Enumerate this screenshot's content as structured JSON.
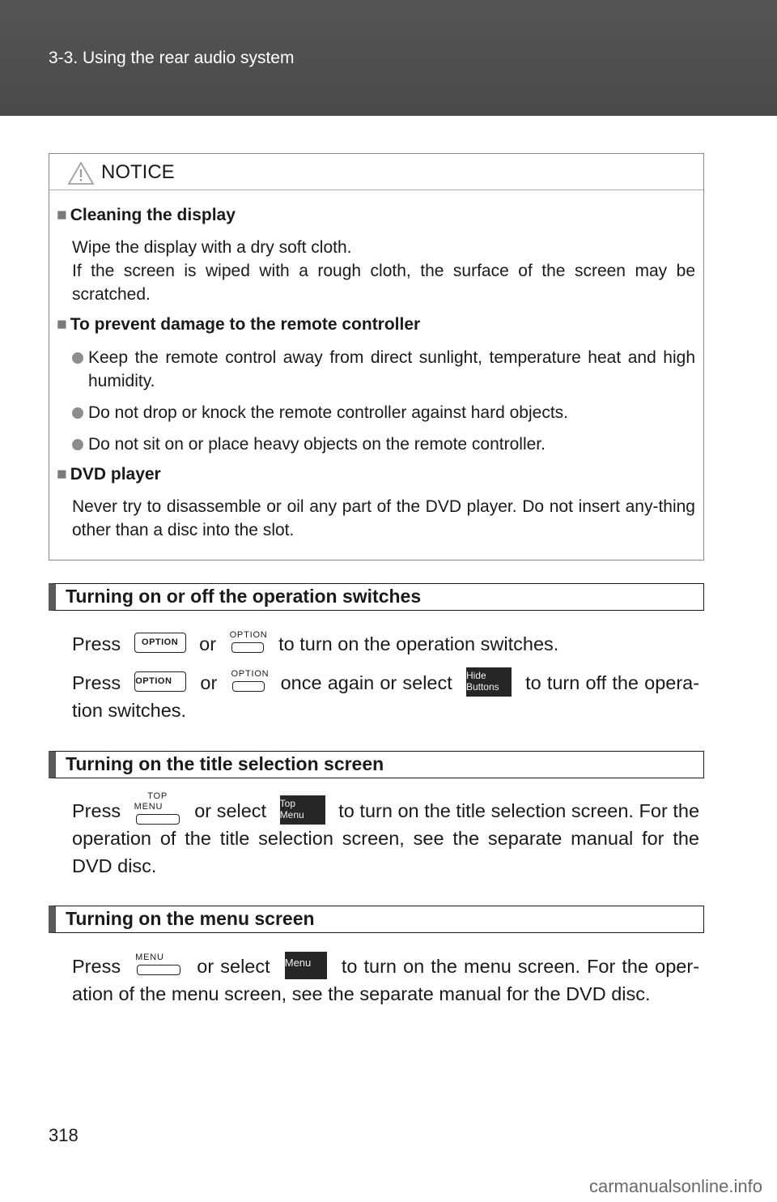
{
  "header": {
    "section_path": "3-3. Using the rear audio system"
  },
  "notice": {
    "title": "NOTICE",
    "cleaning": {
      "heading": "Cleaning the display",
      "text": "Wipe the display with a dry soft cloth.",
      "text2": "If the screen is wiped with a rough cloth, the surface of the screen may be scratched."
    },
    "remote": {
      "heading": "To prevent damage to the remote controller",
      "bullets": [
        "Keep the remote control away from direct sunlight, temperature heat and high humidity.",
        "Do not drop or knock the remote controller against hard objects.",
        "Do not sit on or place heavy objects on the remote controller."
      ]
    },
    "dvd": {
      "heading": "DVD player",
      "text": "Never try to disassemble or oil any part of the DVD player. Do not insert any-thing other than a disc into the slot."
    }
  },
  "sections": {
    "operation": {
      "title": "Turning on or off the operation switches",
      "p1_a": "Press",
      "p1_or": "or",
      "p1_b": "to turn on the operation switches.",
      "p2_a": "Press",
      "p2_or": "or",
      "p2_b": "once again or select",
      "p2_c": "to turn off the opera-tion switches."
    },
    "title_sel": {
      "title": "Turning on the title selection screen",
      "p_a": "Press",
      "p_b": "or select",
      "p_c": "to turn on the title selection screen. For the operation of the title selection screen, see the separate manual for the DVD disc."
    },
    "menu": {
      "title": "Turning on the menu screen",
      "p_a": "Press",
      "p_b": "or select",
      "p_c": "to turn on the menu screen. For the oper-ation of the menu screen, see the separate manual for the DVD disc."
    }
  },
  "buttons": {
    "option": "OPTION",
    "option_small": "OPTION",
    "hide_line1": "Hide",
    "hide_line2": "Buttons",
    "top_menu_label": "TOP MENU",
    "top_line1": "Top",
    "top_line2": "Menu",
    "menu_label": "MENU",
    "menu_screen": "Menu"
  },
  "footer": {
    "page_number": "318",
    "watermark": "carmanualsonline.info"
  }
}
